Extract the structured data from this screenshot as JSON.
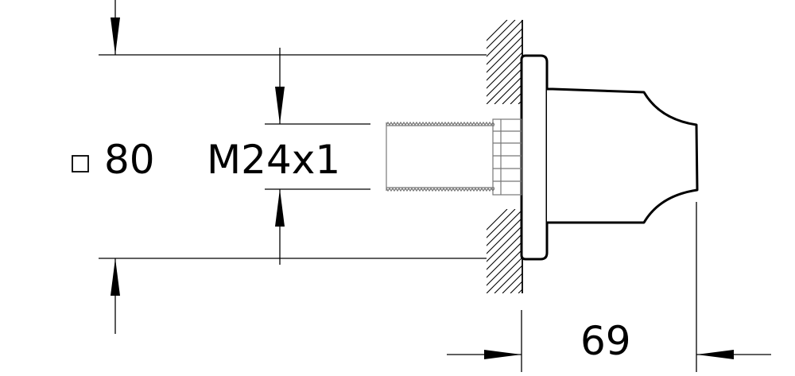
{
  "dimensions": {
    "square_symbol": "□",
    "plate_size": "80",
    "thread": "M24x1",
    "depth": "69"
  }
}
